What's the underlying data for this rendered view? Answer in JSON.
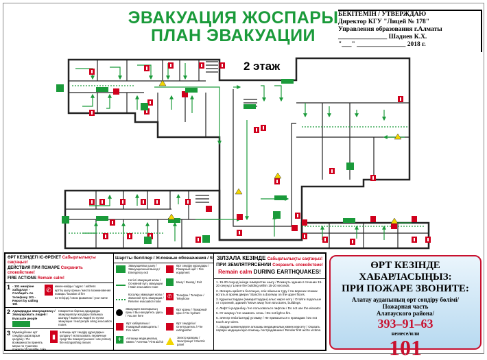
{
  "title": {
    "line1": "ЭВАКУАЦИЯ ЖОСПАРЫ",
    "line2": "ПЛАН ЭВАКУАЦИИ"
  },
  "approval": {
    "line1": "БЕКІТЕМІН  /  УТВЕРЖДАЮ",
    "line2": "Директор КГУ \"Лицей № 178\"",
    "line3": "Управления образования г.Алматы",
    "line4": "_______________ Шадиев К.Х.",
    "line5": "\"___\" _______________ 2018 г."
  },
  "floor_label": "2 этаж",
  "colors": {
    "green": "#1a9a3a",
    "red": "#d0001c",
    "warning": "#f2d500"
  },
  "fire_actions": {
    "h1": "ӨРТ КЕЗІНДЕГІ ІС-ӘРЕКЕТ",
    "h1_red": "Сабырлылықты сақтаңыз!",
    "h2": "ДЕЙСТВИЯ ПРИ ПОЖАРЕ",
    "h2_red": "Сохранить спокойствие!",
    "h3": "FIRE ACTIONS",
    "h3_red": "Remain calm!",
    "steps": [
      {
        "num": "1",
        "text": "- 101 нөміріне хабарлау! - Сообщить по телефону 101 - Report by calling 101",
        "details": [
          "мекен-жайды / адрес / address",
          "өрттің шығу орнын / место возникновения пожара / location of fire",
          "өз тегіңізді / свою фамилию / your name"
        ]
      },
      {
        "num": "2",
        "text": "Адамдарды эвакуациялау / Эвакуировать людей / Evacuate people",
        "details": [
          "ғимараттан барлық адамдарды эвакуациялау жолдары бойынша шығару / вывести людей по путям эвакуации / lead people along evacuation routes"
        ]
      },
      {
        "num": "3",
        "text": "Мүмкіндігінше өрт сөндіру шараларын қолдану / По возможности принять меры по тушению пожара / If possible, take measures to extinguish the fire",
        "details": [
          "алғашқы өрт сөндіру құралдарын қолдану / использовать первичные средства пожаротушения / use primary fire extinguishing means"
        ]
      }
    ]
  },
  "symbols": {
    "title": "Шартты белгілер / Условные обозначения / Symbols",
    "items": [
      {
        "icon": "exit-sign-icon",
        "label": "Эвакуациялық шығу / Эвакуационный выход / Emergency exit"
      },
      {
        "icon": "main-route-icon",
        "label": "Негізгі эвакуация жолы / Основной путь эвакуации / Main evacuation route"
      },
      {
        "icon": "reserve-route-icon",
        "label": "Қосалқы эвакуация жолы / Запасной путь эвакуации / Reserve evacuation route"
      },
      {
        "icon": "you-are-here-icon",
        "label": "Эвакуация жоспарының орны / Вы находитесь здесь / You are here"
      },
      {
        "icon": "fire-alarm-icon",
        "label": "Өрт хабарлағыш / Пожарный извещатель / Fire alarm"
      },
      {
        "icon": "first-aid-icon",
        "label": "Алғашқы медициналық көмек / Аптечка / First aid kit"
      },
      {
        "icon": "fire-equipment-icon",
        "label": "Өрт сөндіру құралдары / Пожарный щит / Fire equipment"
      },
      {
        "icon": "exit-icon",
        "label": "Шығу / Выход / Exit"
      },
      {
        "icon": "telephone-icon",
        "label": "Телефон / Телефон / Telephone"
      },
      {
        "icon": "fire-hydrant-icon",
        "label": "Өрт краны / Пожарный кран / Fire hydrant"
      },
      {
        "icon": "fire-extinguisher-icon",
        "label": "Өрт сөндіргіш / Огнетушитель / Fire extinguisher"
      },
      {
        "icon": "electric-hazard-icon",
        "label": "Электр қалқаны / Электрощит / Electric panel"
      }
    ]
  },
  "earthquake": {
    "h1": "ЗІЛЗАЛА КЕЗІНДЕ",
    "h1_red": "Сабырлылықты сақтаңыз!",
    "h2": "ПРИ ЗЕМЛЯТРЯСЕНИИ",
    "h2_red": "Сохранить спокойствие!",
    "h3_red": "Remain calm",
    "h3": "DURING EARTHQUAKES!",
    "items": [
      "1. 15-20 секунд ішінде ғимараттан шығу / Покинуть здание в течение 15-20 секунд / Leave the building within 15-20 seconds.",
      "2. Жоғарғы қабатта болсаңыз, есік ойығына тұру / На верхних этажах встать в проём двери / Stand in a doorway on the upper floors.",
      "3. Құрылыстардан (ғимараттардан) алыс жерге кету / Отойти подальше от строений, зданий / Move away from structures, buildings.",
      "4. Лифтті қолданбау / Не пользоваться лифтом / Do not use the elevator.",
      "5. От жақпау / Не зажигать огонь / Do not light a fire.",
      "6. Электр өткізгіштерді ұстамау / Не прикасаться к проводам / Do not touch any wires.",
      "7. Зардап шеккендерге алғашқы медициналық көмек көрсету / Оказать первую медицинскую помощь пострадавшим / Render first aid to victims."
    ]
  },
  "fire_call": {
    "line1": "ӨРТ КЕЗІНДЕ ХАБАРЛАСЫҢЫЗ:",
    "line2": "ПРИ ПОЖАРЕ ЗВОНИТЕ:",
    "dept1": "Алатау ауданының өрт сөндіру бөлімі/",
    "dept2": "Пожарная часть",
    "dept3": "Алатауского района/",
    "phone": "393–91–63",
    "or": "немесе/или",
    "emergency": "101"
  }
}
